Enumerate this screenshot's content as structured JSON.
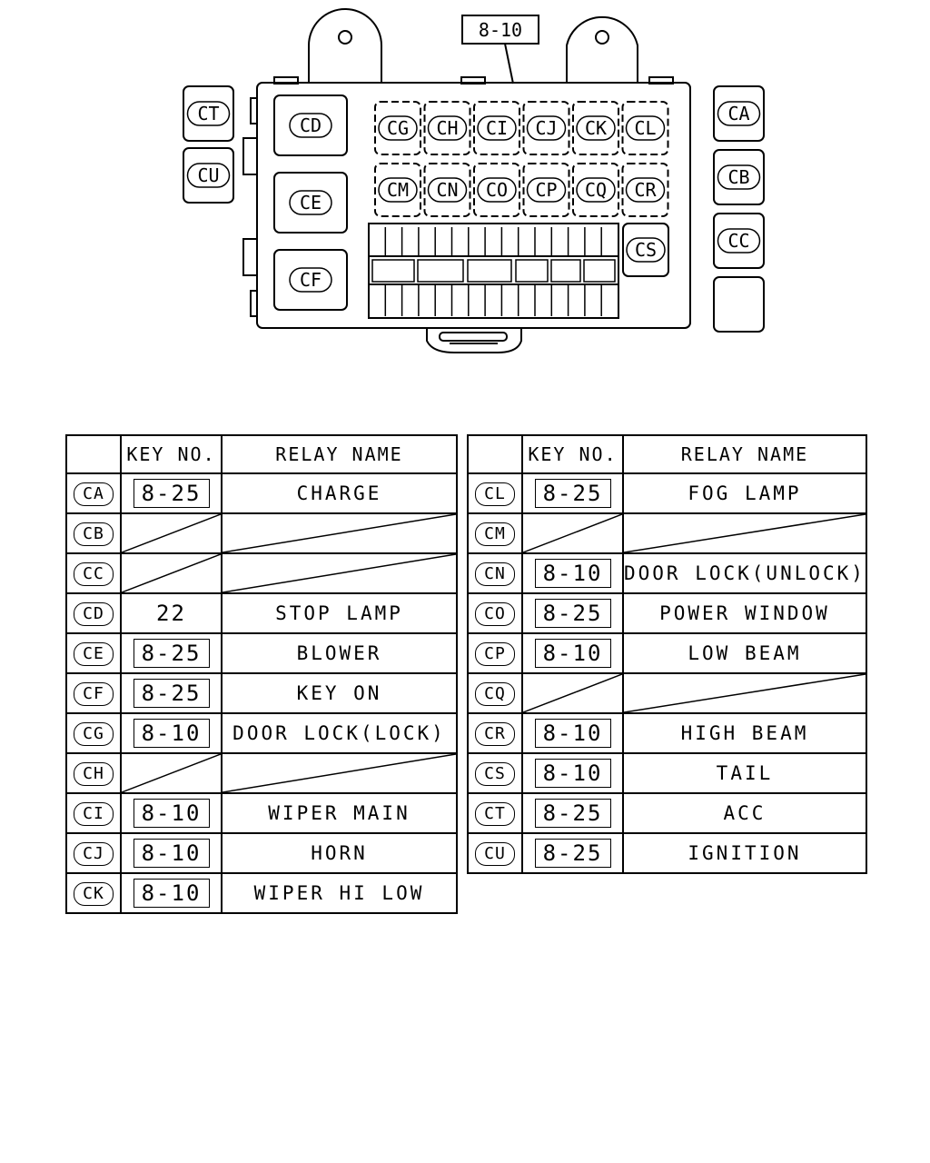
{
  "diagram": {
    "callout_key": "8-10",
    "left_side_relays": [
      "CT",
      "CU"
    ],
    "right_side_relays": [
      "CA",
      "CB",
      "CC"
    ],
    "large_relays": [
      "CD",
      "CE",
      "CF"
    ],
    "top_row": [
      "CG",
      "CH",
      "CI",
      "CJ",
      "CK",
      "CL"
    ],
    "second_row": [
      "CM",
      "CN",
      "CO",
      "CP",
      "CQ",
      "CR"
    ],
    "lower_right": [
      "CS"
    ]
  },
  "table_headers": {
    "key_no": "KEY NO.",
    "relay_name": "RELAY NAME"
  },
  "table_left": [
    {
      "code": "CA",
      "key": "8-25",
      "key_boxed": true,
      "name": "CHARGE"
    },
    {
      "code": "CB",
      "key": "",
      "name": ""
    },
    {
      "code": "CC",
      "key": "",
      "name": ""
    },
    {
      "code": "CD",
      "key": "22",
      "key_boxed": false,
      "name": "STOP LAMP"
    },
    {
      "code": "CE",
      "key": "8-25",
      "key_boxed": true,
      "name": "BLOWER"
    },
    {
      "code": "CF",
      "key": "8-25",
      "key_boxed": true,
      "name": "KEY ON"
    },
    {
      "code": "CG",
      "key": "8-10",
      "key_boxed": true,
      "name": "DOOR LOCK(LOCK)"
    },
    {
      "code": "CH",
      "key": "",
      "name": ""
    },
    {
      "code": "CI",
      "key": "8-10",
      "key_boxed": true,
      "name": "WIPER MAIN"
    },
    {
      "code": "CJ",
      "key": "8-10",
      "key_boxed": true,
      "name": "HORN"
    },
    {
      "code": "CK",
      "key": "8-10",
      "key_boxed": true,
      "name": "WIPER HI LOW"
    }
  ],
  "table_right": [
    {
      "code": "CL",
      "key": "8-25",
      "key_boxed": true,
      "name": "FOG LAMP"
    },
    {
      "code": "CM",
      "key": "",
      "name": ""
    },
    {
      "code": "CN",
      "key": "8-10",
      "key_boxed": true,
      "name": "DOOR LOCK(UNLOCK)"
    },
    {
      "code": "CO",
      "key": "8-25",
      "key_boxed": true,
      "name": "POWER WINDOW"
    },
    {
      "code": "CP",
      "key": "8-10",
      "key_boxed": true,
      "name": "LOW BEAM"
    },
    {
      "code": "CQ",
      "key": "",
      "name": ""
    },
    {
      "code": "CR",
      "key": "8-10",
      "key_boxed": true,
      "name": "HIGH BEAM"
    },
    {
      "code": "CS",
      "key": "8-10",
      "key_boxed": true,
      "name": "TAIL"
    },
    {
      "code": "CT",
      "key": "8-25",
      "key_boxed": true,
      "name": "ACC"
    },
    {
      "code": "CU",
      "key": "8-25",
      "key_boxed": true,
      "name": "IGNITION"
    }
  ]
}
